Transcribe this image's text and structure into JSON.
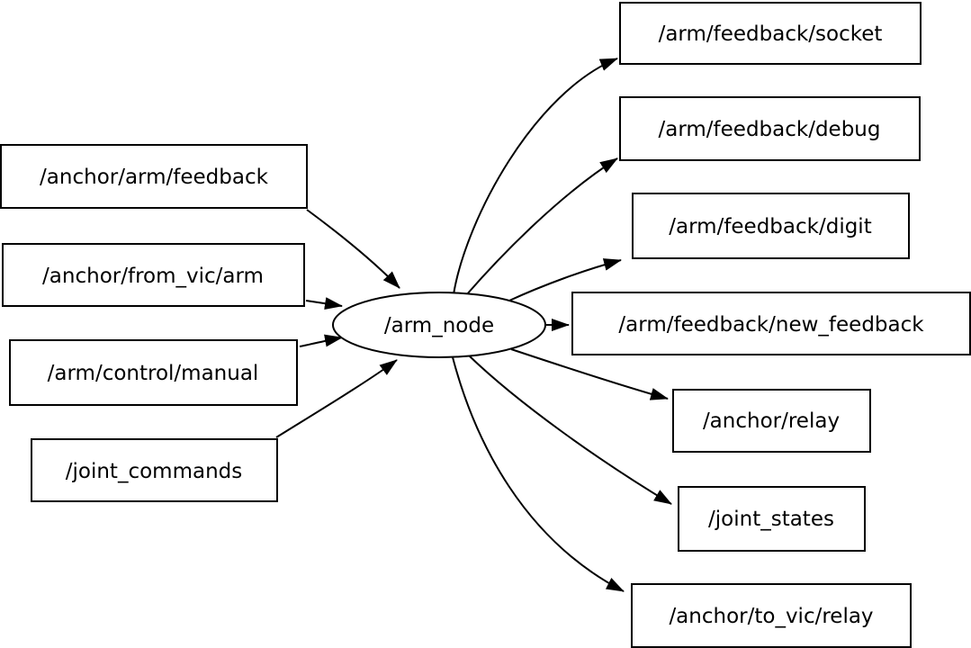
{
  "diagram": {
    "type": "ros-node-topic-graph",
    "center_node": {
      "label": "/arm_node",
      "shape": "ellipse"
    },
    "input_topics": [
      {
        "label": "/anchor/arm/feedback"
      },
      {
        "label": "/anchor/from_vic/arm"
      },
      {
        "label": "/arm/control/manual"
      },
      {
        "label": "/joint_commands"
      }
    ],
    "output_topics": [
      {
        "label": "/arm/feedback/socket"
      },
      {
        "label": "/arm/feedback/debug"
      },
      {
        "label": "/arm/feedback/digit"
      },
      {
        "label": "/arm/feedback/new_feedback"
      },
      {
        "label": "/anchor/relay"
      },
      {
        "label": "/joint_states"
      },
      {
        "label": "/anchor/to_vic/relay"
      }
    ],
    "edges": [
      {
        "from": "/anchor/arm/feedback",
        "to": "/arm_node"
      },
      {
        "from": "/anchor/from_vic/arm",
        "to": "/arm_node"
      },
      {
        "from": "/arm/control/manual",
        "to": "/arm_node"
      },
      {
        "from": "/joint_commands",
        "to": "/arm_node"
      },
      {
        "from": "/arm_node",
        "to": "/arm/feedback/socket"
      },
      {
        "from": "/arm_node",
        "to": "/arm/feedback/debug"
      },
      {
        "from": "/arm_node",
        "to": "/arm/feedback/digit"
      },
      {
        "from": "/arm_node",
        "to": "/arm/feedback/new_feedback"
      },
      {
        "from": "/arm_node",
        "to": "/anchor/relay"
      },
      {
        "from": "/arm_node",
        "to": "/joint_states"
      },
      {
        "from": "/arm_node",
        "to": "/anchor/to_vic/relay"
      }
    ],
    "colors": {
      "background": "#ffffff",
      "node_fill": "#ffffff",
      "node_border": "#000000",
      "edge": "#000000",
      "text": "#000000"
    }
  }
}
